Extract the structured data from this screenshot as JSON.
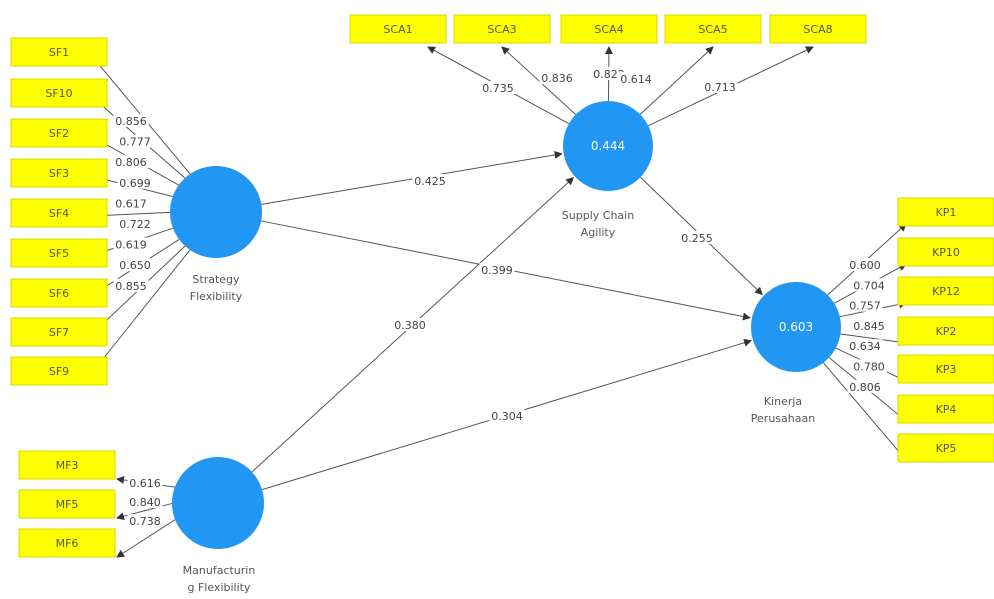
{
  "colors": {
    "indicator": "#ffff00",
    "construct": "#2196f3",
    "edge": "#555555",
    "label_bg": "#ffffff"
  },
  "constructs": {
    "sf": {
      "label_lines": [
        "Strategy",
        "Flexibility"
      ],
      "r2": ""
    },
    "mf": {
      "label_lines": [
        "Manufacturin",
        "g Flexibility"
      ],
      "r2": ""
    },
    "sca": {
      "label_lines": [
        "Supply Chain",
        "Agility"
      ],
      "r2": "0.444"
    },
    "kp": {
      "label_lines": [
        "Kinerja",
        "Perusahaan"
      ],
      "r2": "0.603"
    }
  },
  "indicators": {
    "sf": [
      {
        "label": "SF1",
        "loading": ""
      },
      {
        "label": "SF10",
        "loading": "0.856"
      },
      {
        "label": "SF2",
        "loading": "0.777"
      },
      {
        "label": "SF3",
        "loading": "0.806"
      },
      {
        "label": "SF4",
        "loading": "0.699"
      },
      {
        "label": "SF5",
        "loading": "0.617"
      },
      {
        "label": "SF6",
        "loading": "0.722"
      },
      {
        "label": "SF7",
        "loading": "0.619"
      },
      {
        "label": "SF9",
        "loading": "0.650"
      }
    ],
    "sf_extra_loading": "0.855",
    "mf": [
      {
        "label": "MF3",
        "loading": "0.616"
      },
      {
        "label": "MF5",
        "loading": "0.840"
      },
      {
        "label": "MF6",
        "loading": "0.738"
      }
    ],
    "sca": [
      {
        "label": "SCA1",
        "loading": "0.735"
      },
      {
        "label": "SCA3",
        "loading": "0.836"
      },
      {
        "label": "SCA4",
        "loading": "0.822"
      },
      {
        "label": "SCA5",
        "loading": "0.614"
      },
      {
        "label": "SCA8",
        "loading": "0.713"
      }
    ],
    "kp": [
      {
        "label": "KP1",
        "loading": ""
      },
      {
        "label": "KP10",
        "loading": "0.600"
      },
      {
        "label": "KP12",
        "loading": "0.704"
      },
      {
        "label": "KP2",
        "loading": "0.757"
      },
      {
        "label": "KP3",
        "loading": "0.845"
      },
      {
        "label": "KP4",
        "loading": "0.634"
      },
      {
        "label": "KP5",
        "loading": "0.780"
      }
    ],
    "kp_extra_loading": "0.806"
  },
  "paths": [
    {
      "from": "sf",
      "to": "sca",
      "coef": "0.425"
    },
    {
      "from": "sf",
      "to": "kp",
      "coef": "0.399"
    },
    {
      "from": "mf",
      "to": "sca",
      "coef": "0.380"
    },
    {
      "from": "mf",
      "to": "kp",
      "coef": "0.304"
    },
    {
      "from": "sca",
      "to": "kp",
      "coef": "0.255"
    }
  ]
}
